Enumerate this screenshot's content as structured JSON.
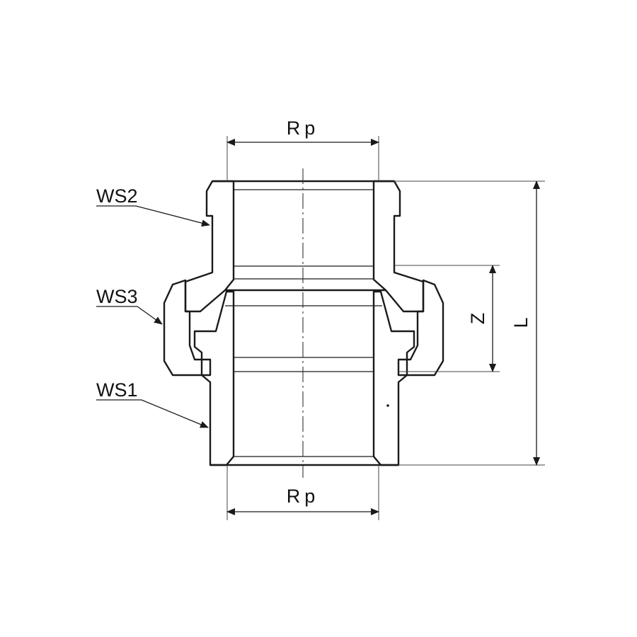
{
  "drawing": {
    "labels": {
      "ws1": "WS1",
      "ws2": "WS2",
      "ws3": "WS3"
    },
    "dimensions": {
      "rp_top": "Rp",
      "rp_bottom": "Rp",
      "z": "Z",
      "l": "L"
    }
  },
  "colors": {
    "line": "#1a1a1a",
    "hatch": "#333333",
    "background": "#ffffff"
  }
}
